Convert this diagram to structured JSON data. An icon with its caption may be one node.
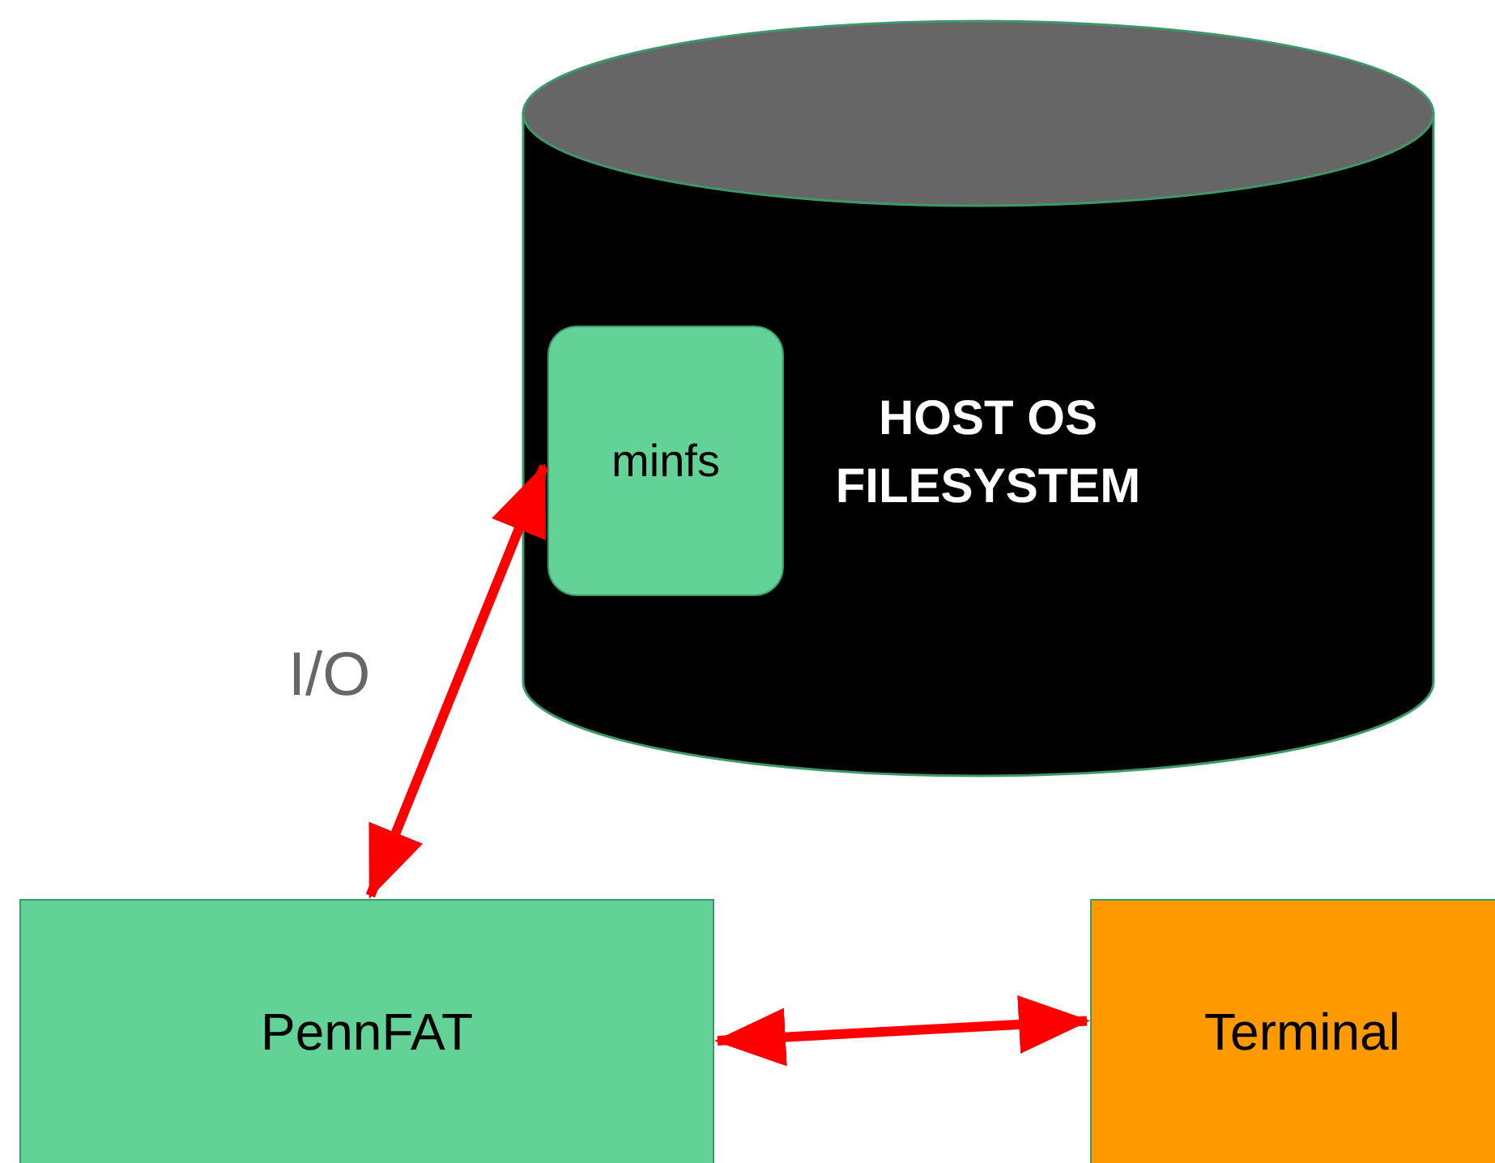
{
  "diagram": {
    "nodes": [
      {
        "text": [
          "HOST OS FILESYSTEM"
        ]
      },
      {
        "text": [
          "minfs"
        ],
        "in": 0
      },
      {
        "text": [
          "PennFAT"
        ]
      },
      {
        "text": [
          "Terminal"
        ]
      }
    ],
    "edges": [
      {
        "from": 1,
        "to": 2,
        "arrow": "both",
        "label": "I/O"
      },
      {
        "from": 2,
        "to": 3,
        "arrow": "both"
      }
    ]
  }
}
